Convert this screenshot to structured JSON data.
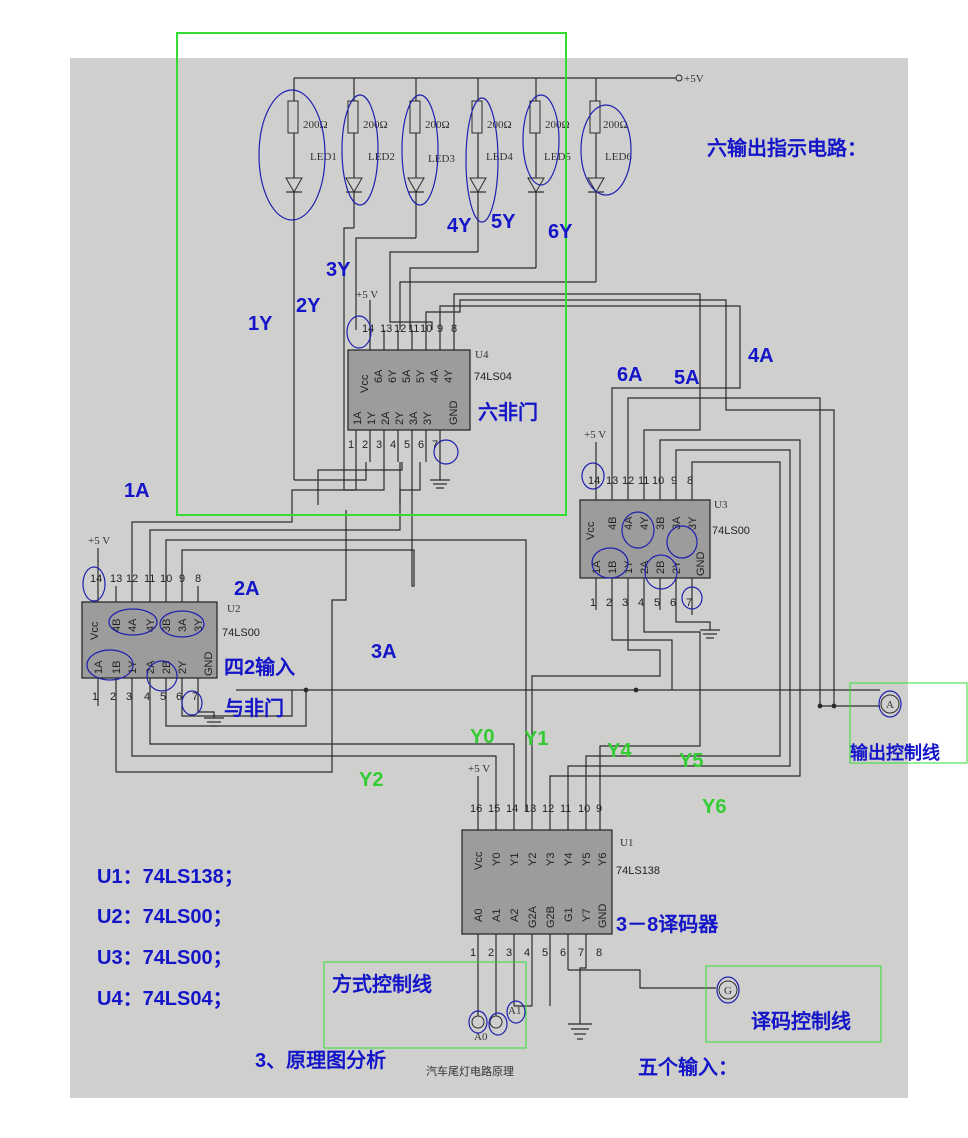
{
  "sections": {
    "indicator_title": "六输出指示电路：",
    "principle_title": "3、原理图分析",
    "caption": "汽车尾灯电路原理",
    "inputs_title": "五个输入："
  },
  "chips": [
    {
      "id": "U4",
      "name": "74LS04",
      "annotation": "六非门",
      "top_pins": [
        "14",
        "13",
        "12",
        "11",
        "10",
        "9",
        "8"
      ],
      "bottom_pins": [
        "1",
        "2",
        "3",
        "4",
        "5",
        "6",
        "7"
      ],
      "labels": [
        "Vcc",
        "6A",
        "6Y",
        "5A",
        "5Y",
        "4A",
        "4Y",
        "1A",
        "1Y",
        "2A",
        "2Y",
        "3A",
        "3Y",
        "GND"
      ]
    },
    {
      "id": "U3",
      "name": "74LS00",
      "top_pins": [
        "14",
        "13",
        "12",
        "11",
        "10",
        "9",
        "8"
      ],
      "bottom_pins": [
        "1",
        "2",
        "3",
        "4",
        "5",
        "6",
        "7"
      ],
      "labels": [
        "Vcc",
        "4B",
        "4A",
        "4Y",
        "3B",
        "3A",
        "3Y",
        "1A",
        "1B",
        "1Y",
        "2A",
        "2B",
        "2Y",
        "GND"
      ]
    },
    {
      "id": "U2",
      "name": "74LS00",
      "annotation": "四2输入\n与非门",
      "top_pins": [
        "14",
        "13",
        "12",
        "11",
        "10",
        "9",
        "8"
      ],
      "bottom_pins": [
        "1",
        "2",
        "3",
        "4",
        "5",
        "6",
        "7"
      ],
      "labels": [
        "Vcc",
        "4B",
        "4A",
        "4Y",
        "3B",
        "3A",
        "3Y",
        "1A",
        "1B",
        "1Y",
        "2A",
        "2B",
        "2Y",
        "GND"
      ]
    },
    {
      "id": "U1",
      "name": "74LS138",
      "annotation": "3－8译码器",
      "top_pins": [
        "16",
        "15",
        "14",
        "13",
        "12",
        "11",
        "10",
        "9"
      ],
      "bottom_pins": [
        "1",
        "2",
        "3",
        "4",
        "5",
        "6",
        "7",
        "8"
      ],
      "labels": [
        "Vcc",
        "Y0",
        "Y1",
        "Y2",
        "Y3",
        "Y4",
        "Y5",
        "Y6",
        "A0",
        "A1",
        "A2",
        "G2A",
        "G2B",
        "G1",
        "Y7",
        "GND"
      ]
    }
  ],
  "leds": [
    {
      "resistor": "200Ω",
      "label": "LED1"
    },
    {
      "resistor": "200Ω",
      "label": "LED2"
    },
    {
      "resistor": "200Ω",
      "label": "LED3"
    },
    {
      "resistor": "200Ω",
      "label": "LED4"
    },
    {
      "resistor": "200Ω",
      "label": "LED5"
    },
    {
      "resistor": "200Ω",
      "label": "LED6"
    }
  ],
  "supply": "+5V",
  "supply_chip": "+5 V",
  "net_labels_blue": [
    "1Y",
    "2Y",
    "3Y",
    "4Y",
    "5Y",
    "6Y",
    "1A",
    "2A",
    "3A",
    "4A",
    "5A",
    "6A"
  ],
  "net_labels_green": [
    "Y0",
    "Y1",
    "Y2",
    "Y4",
    "Y5",
    "Y6"
  ],
  "chip_list": [
    "U1：74LS138；",
    "U2：74LS00；",
    "U3：74LS00；",
    "U4：74LS04；"
  ],
  "io": {
    "output_control": "输出控制线",
    "output_symbol": "A",
    "mode_control": "方式控制线",
    "decode_control": "译码控制线",
    "decode_symbol": "G",
    "mode_symbols": [
      "A0",
      "A1"
    ]
  }
}
